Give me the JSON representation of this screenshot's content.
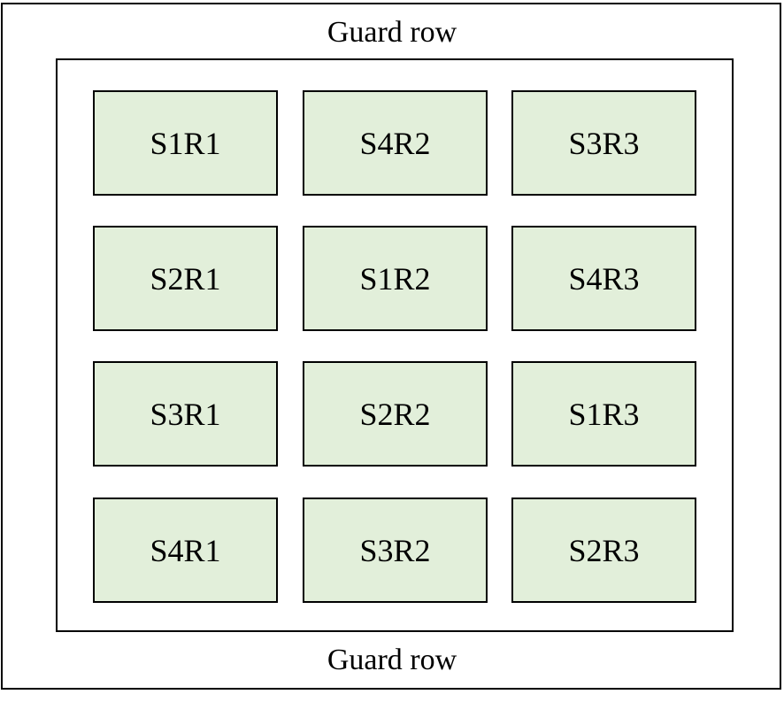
{
  "guard_rows": {
    "top": "Guard row",
    "bottom": "Guard row"
  },
  "colors": {
    "plot_fill": "#e2efda",
    "border": "#000000",
    "background": "#ffffff"
  },
  "plots": [
    [
      "S1R1",
      "S4R2",
      "S3R3"
    ],
    [
      "S2R1",
      "S1R2",
      "S4R3"
    ],
    [
      "S3R1",
      "S2R2",
      "S1R3"
    ],
    [
      "S4R1",
      "S3R2",
      "S2R3"
    ]
  ]
}
